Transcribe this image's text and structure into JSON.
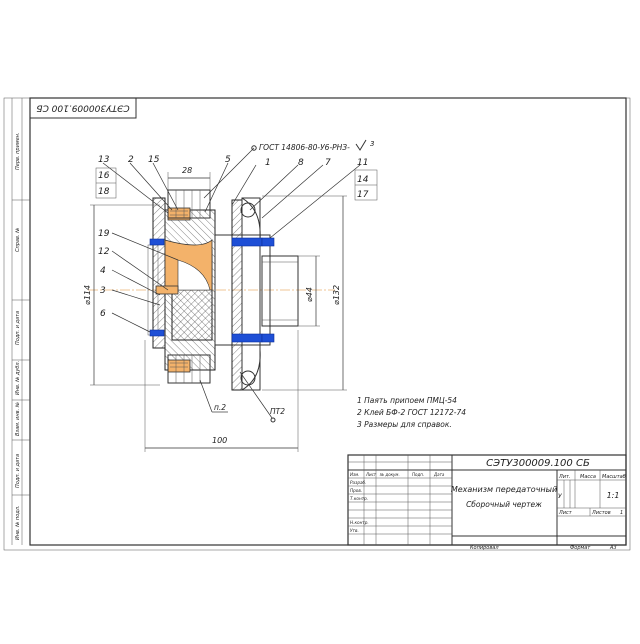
{
  "stamp_top": "СЭТУ300009.100 СБ",
  "left_strip": [
    "Перв. примен.",
    "Справ. №",
    "Подп. и дата",
    "Инв. № дубл.",
    "Взам. инв. №",
    "Подп. и дата",
    "Инв. № подл."
  ],
  "callouts": [
    "13",
    "2",
    "15",
    "5",
    "16",
    "18",
    "1",
    "8",
    "7",
    "11",
    "14",
    "17",
    "19",
    "12",
    "4",
    "3",
    "6"
  ],
  "gost_label": "ГОСТ 14806-80-У6-РНЗ-",
  "gost_mark": "3",
  "dims": {
    "d28": "28",
    "d114": "⌀114",
    "d44": "⌀44",
    "d132": "⌀132",
    "d100": "100",
    "n2": "п.2",
    "pt2": "ПТ2"
  },
  "notes": [
    "1 Паять припоем ПМЦ-54",
    "2 Клей БФ-2 ГОСТ 12172-74",
    "3 Размеры для справок."
  ],
  "title_block": {
    "code": "СЭТУ300009.100 СБ",
    "name_line1": "Механизм передаточный",
    "name_line2": "Сборочный чертеж",
    "col_lit": "Лит.",
    "col_mass": "Масса",
    "col_scale": "Масштаб",
    "scale_value": "1:1",
    "lit_value": "У",
    "sheet_label": "Лист",
    "sheets_label": "Листов",
    "sheets_value": "1",
    "row_labels": [
      "Изм.",
      "Лист",
      "№ докум.",
      "Подп.",
      "Дата"
    ],
    "roles": [
      "Разраб.",
      "Пров.",
      "Т.контр.",
      "",
      "Н.контр.",
      "Утв."
    ]
  },
  "copied_label": "Копировал",
  "format_label": "Формат",
  "format_value": "А3"
}
